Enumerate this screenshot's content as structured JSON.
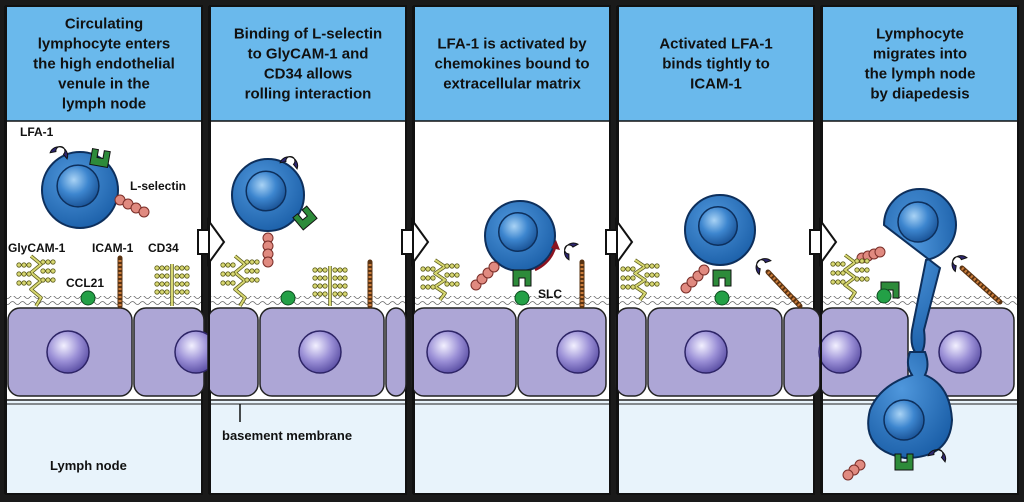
{
  "panels": [
    {
      "title": [
        "Circulating",
        "lymphocyte enters",
        "the high endothelial",
        "venule in the",
        "lymph node"
      ]
    },
    {
      "title": [
        "Binding of L-selectin",
        "to GlyCAM-1 and",
        "CD34 allows",
        "rolling interaction"
      ]
    },
    {
      "title": [
        "LFA-1 is activated by",
        "chemokines bound to",
        "extracellular matrix"
      ]
    },
    {
      "title": [
        "Activated LFA-1",
        "binds tightly to",
        "ICAM-1"
      ]
    },
    {
      "title": [
        "Lymphocyte",
        "migrates into",
        "the lymph node",
        "by diapedesis"
      ]
    }
  ],
  "labels": {
    "lfa1": "LFA-1",
    "lselectin": "L-selectin",
    "glycam1": "GlyCAM-1",
    "icam1": "ICAM-1",
    "cd34": "CD34",
    "ccl21": "CCL21",
    "slc": "SLC",
    "basement_membrane": "basement membrane",
    "lymph_node": "Lymph node"
  },
  "colors": {
    "header": "#6ab9ec",
    "lumen": "#ffffff",
    "endothelium": "#ada6d6",
    "lymph": "#e8f3fb",
    "cell": "#1b5fa8",
    "lfa1": "#2e2770",
    "lselectin": "#e08a80",
    "glycam": "#d8d872",
    "icam": "#c97b3a",
    "chemokine": "#23a046",
    "ligand_green": "#2d8b3a"
  }
}
